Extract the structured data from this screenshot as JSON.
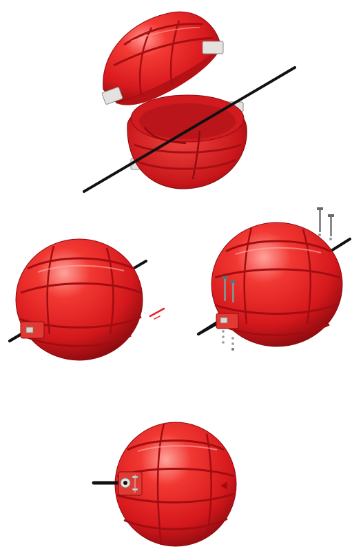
{
  "figures": [
    {
      "id": "open-marker",
      "step": 1,
      "state": "open hinged shells around line"
    },
    {
      "id": "closed-marker-left",
      "step": 2,
      "state": "closed marker on line"
    },
    {
      "id": "closed-marker-right",
      "step": 3,
      "state": "marker with bolts being fastened"
    },
    {
      "id": "installed-marker",
      "step": 4,
      "state": "installed marker front view"
    }
  ],
  "colors": {
    "shell": "#e81e24",
    "shell_dark": "#9c0f12",
    "shell_highlight": "#ff8a86",
    "cable": "#111111",
    "clamp": "#d8d6d2",
    "bolt": "#7a7a7a"
  },
  "icons": [
    "cable-line",
    "clamp-bracket",
    "bolt"
  ]
}
